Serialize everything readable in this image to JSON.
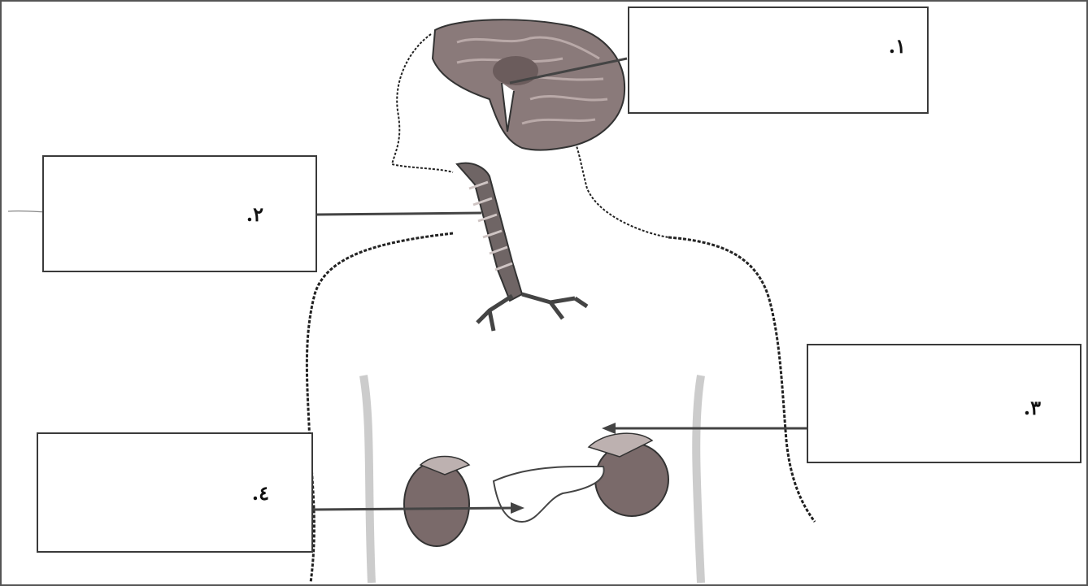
{
  "diagram": {
    "labels": [
      {
        "id": "box1",
        "number": "١."
      },
      {
        "id": "box2",
        "number": "٢."
      },
      {
        "id": "box3",
        "number": "٣."
      },
      {
        "id": "box4",
        "number": "٤."
      }
    ],
    "colors": {
      "brain": "#8a7a7a",
      "brain_light": "#b9a9a8",
      "trachea": "#6f6565",
      "kidney": "#7a6a6a",
      "outline": "#222222",
      "box_border": "#3a3a3a"
    },
    "organs": [
      "brain",
      "trachea-and-bronchi",
      "kidney-left",
      "kidney-right"
    ]
  }
}
